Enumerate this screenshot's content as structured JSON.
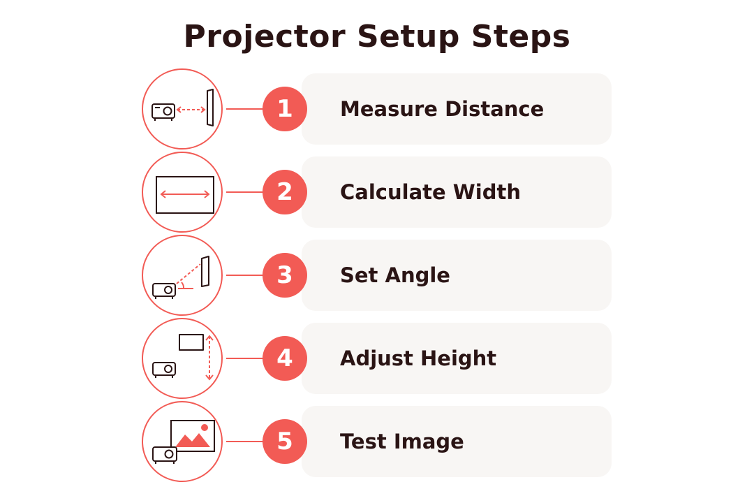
{
  "title": "Projector Setup Steps",
  "colors": {
    "accent": "#f25b55",
    "text": "#2a1414",
    "card": "#f8f6f4"
  },
  "steps": [
    {
      "number": "1",
      "label": "Measure Distance",
      "icon": "projector-distance-icon"
    },
    {
      "number": "2",
      "label": "Calculate Width",
      "icon": "screen-width-icon"
    },
    {
      "number": "3",
      "label": "Set Angle",
      "icon": "projector-angle-icon"
    },
    {
      "number": "4",
      "label": "Adjust Height",
      "icon": "projector-height-icon"
    },
    {
      "number": "5",
      "label": "Test Image",
      "icon": "test-image-icon"
    }
  ]
}
